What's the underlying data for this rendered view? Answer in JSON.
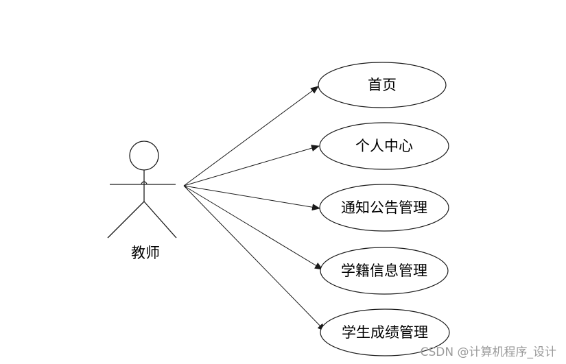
{
  "diagram": {
    "actor": {
      "label": "教师"
    },
    "use_cases": [
      {
        "label": "首页"
      },
      {
        "label": "个人中心"
      },
      {
        "label": "通知公告管理"
      },
      {
        "label": "学籍信息管理"
      },
      {
        "label": "学生成绩管理"
      }
    ]
  },
  "watermark": {
    "text": "CSDN @计算机程序_设计"
  }
}
